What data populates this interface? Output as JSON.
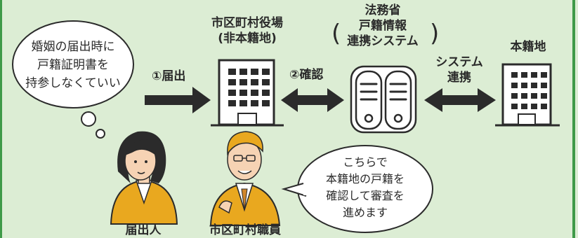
{
  "applicant_bubble": {
    "lines": [
      "婚姻の届出時に",
      "戸籍証明書を",
      "持参しなくていい"
    ]
  },
  "step1_label": "①届出",
  "step2_label": "②確認",
  "municipal_office": {
    "line1": "市区町村役場",
    "line2": "(非本籍地)"
  },
  "moj_system": {
    "line1": "法務省",
    "line2": "戸籍情報",
    "line3": "連携システム"
  },
  "system_link_label": {
    "line1": "システム",
    "line2": "連携"
  },
  "honseki_label": "本籍地",
  "applicant_label": "届出人",
  "staff_label": "市区町村職員",
  "staff_bubble": {
    "lines": [
      "こちらで",
      "本籍地の戸籍を",
      "確認して審査を",
      "進めます"
    ]
  },
  "colors": {
    "background": "#dcedd4",
    "frame": "#3f9a48",
    "arrow": "#2b2b2b",
    "building_window": "#2b2b2b",
    "person_shirt": "#e9a81f"
  }
}
